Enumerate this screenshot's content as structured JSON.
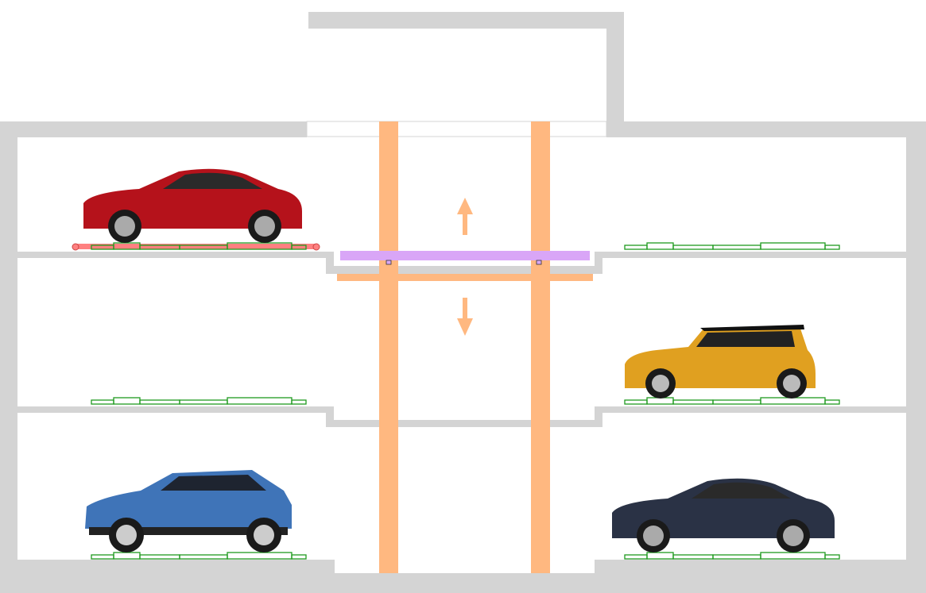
{
  "colors": {
    "wall": "#d4d4d4",
    "column": "#ffb880",
    "platform": "#d9a6f7",
    "pallet_outline": "#1f9a1f",
    "active_pallet": "#ff8080"
  },
  "lift": {
    "platform_level": 1,
    "direction_arrows": [
      "up",
      "down"
    ]
  },
  "slots": [
    {
      "level": 1,
      "side": "left",
      "occupied": true,
      "car_color": "#b5121b",
      "pallet": "active"
    },
    {
      "level": 1,
      "side": "right",
      "occupied": false,
      "pallet": "idle"
    },
    {
      "level": 2,
      "side": "left",
      "occupied": false,
      "pallet": "idle"
    },
    {
      "level": 2,
      "side": "right",
      "occupied": true,
      "car_color": "#e0a020",
      "pallet": "idle"
    },
    {
      "level": 3,
      "side": "left",
      "occupied": true,
      "car_color": "#3f74b8",
      "pallet": "idle"
    },
    {
      "level": 3,
      "side": "right",
      "occupied": true,
      "car_color": "#2a3245",
      "pallet": "idle"
    }
  ]
}
